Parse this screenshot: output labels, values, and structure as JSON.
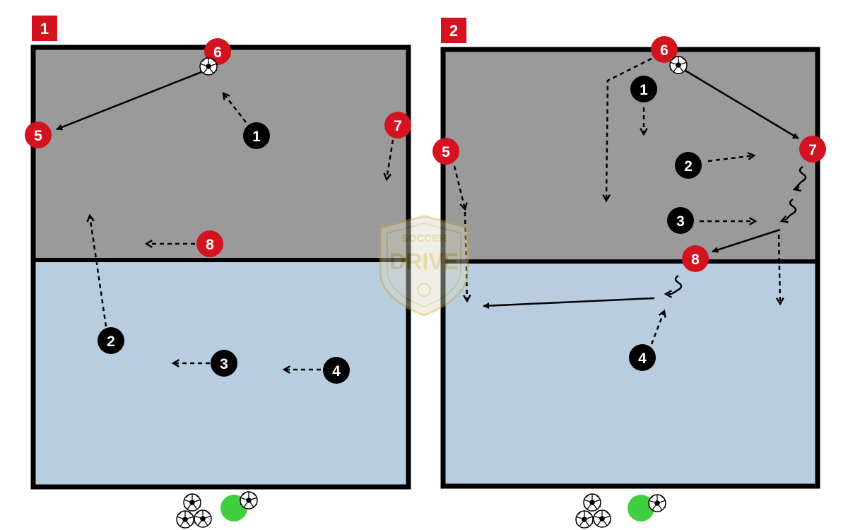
{
  "diagrams": [
    {
      "label": "1",
      "players": {
        "attackers": [
          "1",
          "2",
          "3",
          "4"
        ],
        "defenders": [
          "5",
          "6",
          "7",
          "8"
        ]
      }
    },
    {
      "label": "2",
      "players": {
        "attackers": [
          "1",
          "2",
          "3",
          "4"
        ],
        "defenders": [
          "5",
          "6",
          "7",
          "8"
        ]
      }
    }
  ],
  "watermark": {
    "line1": "SOCCER",
    "line2": "DRIVE"
  },
  "colors": {
    "defensive_zone": "#9a9a9a",
    "attacking_zone": "#b8cde0",
    "defender_marker": "#d41320",
    "attacker_marker": "#000000",
    "label_bg": "#d41320",
    "coach_marker": "#3fcf3f",
    "field_border": "#000000"
  },
  "icons": {
    "ball": "soccer-ball-icon",
    "coach": "coach-marker-icon"
  }
}
